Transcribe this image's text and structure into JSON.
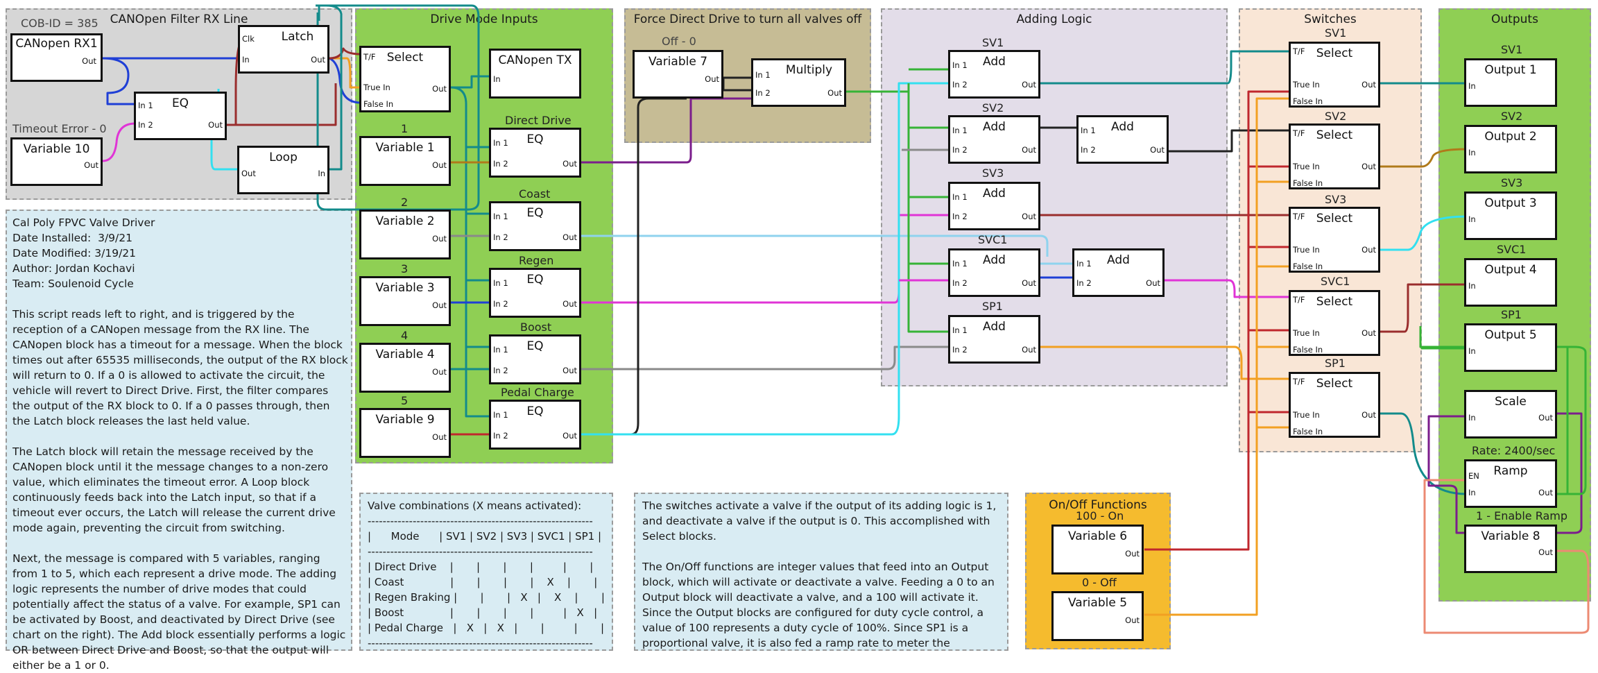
{
  "regions": {
    "filter": "CANOpen Filter RX Line",
    "drive_mode": "Drive Mode Inputs",
    "force_direct": "Force Direct Drive to turn all valves off",
    "adding_logic": "Adding Logic",
    "switches": "Switches",
    "outputs": "Outputs",
    "onoff": "On/Off Functions"
  },
  "filter": {
    "cob_id": "COB-ID = 385",
    "timeout_label": "Timeout Error - 0",
    "rx": {
      "title": "CANopen RX1",
      "out": "Out"
    },
    "latch": {
      "title": "Latch",
      "clk": "Clk",
      "in": "In",
      "out": "Out"
    },
    "eq": {
      "title": "EQ",
      "in1": "In 1",
      "in2": "In 2",
      "out": "Out"
    },
    "var10": {
      "title": "Variable 10",
      "out": "Out"
    },
    "loop": {
      "title": "Loop",
      "out": "Out",
      "in": "In"
    }
  },
  "drive": {
    "select": {
      "title": "Select",
      "tf": "T/F",
      "true_in": "True In",
      "false_in": "False In",
      "out": "Out"
    },
    "tx": {
      "title": "CANopen TX",
      "in": "In"
    },
    "variables": [
      {
        "num": "1",
        "title": "Variable 1",
        "out": "Out"
      },
      {
        "num": "2",
        "title": "Variable 2",
        "out": "Out"
      },
      {
        "num": "3",
        "title": "Variable 3",
        "out": "Out"
      },
      {
        "num": "4",
        "title": "Variable 4",
        "out": "Out"
      },
      {
        "num": "5",
        "title": "Variable 9",
        "out": "Out"
      }
    ],
    "eqs": [
      {
        "label": "Direct Drive",
        "title": "EQ",
        "in1": "In 1",
        "in2": "In 2",
        "out": "Out"
      },
      {
        "label": "Coast",
        "title": "EQ",
        "in1": "In 1",
        "in2": "In 2",
        "out": "Out"
      },
      {
        "label": "Regen",
        "title": "EQ",
        "in1": "In 1",
        "in2": "In 2",
        "out": "Out"
      },
      {
        "label": "Boost",
        "title": "EQ",
        "in1": "In 1",
        "in2": "In 2",
        "out": "Out"
      },
      {
        "label": "Pedal Charge",
        "title": "EQ",
        "in1": "In 1",
        "in2": "In 2",
        "out": "Out"
      }
    ]
  },
  "force": {
    "label": "Off - 0",
    "var7": {
      "title": "Variable 7",
      "out": "Out"
    },
    "multiply": {
      "title": "Multiply",
      "in1": "In 1",
      "in2": "In 2",
      "out": "Out"
    }
  },
  "adding": {
    "blocks": [
      {
        "label": "SV1",
        "title": "Add",
        "in1": "In 1",
        "in2": "In 2",
        "out": "Out"
      },
      {
        "label": "SV2",
        "title": "Add",
        "in1": "In 1",
        "in2": "In 2",
        "out": "Out"
      },
      {
        "label": "",
        "title": "Add",
        "in1": "In 1",
        "in2": "In 2",
        "out": "Out"
      },
      {
        "label": "SV3",
        "title": "Add",
        "in1": "In 1",
        "in2": "In 2",
        "out": "Out"
      },
      {
        "label": "SVC1",
        "title": "Add",
        "in1": "In 1",
        "in2": "In 2",
        "out": "Out"
      },
      {
        "label": "",
        "title": "Add",
        "in1": "In 1",
        "in2": "In 2",
        "out": "Out"
      },
      {
        "label": "SP1",
        "title": "Add",
        "in1": "In 1",
        "in2": "In 2",
        "out": "Out"
      }
    ]
  },
  "switches": {
    "blocks": [
      {
        "label": "SV1",
        "title": "Select",
        "tf": "T/F",
        "true_in": "True In",
        "false_in": "False In",
        "out": "Out"
      },
      {
        "label": "SV2",
        "title": "Select",
        "tf": "T/F",
        "true_in": "True In",
        "false_in": "False In",
        "out": "Out"
      },
      {
        "label": "SV3",
        "title": "Select",
        "tf": "T/F",
        "true_in": "True In",
        "false_in": "False In",
        "out": "Out"
      },
      {
        "label": "SVC1",
        "title": "Select",
        "tf": "T/F",
        "true_in": "True In",
        "false_in": "False In",
        "out": "Out"
      },
      {
        "label": "SP1",
        "title": "Select",
        "tf": "T/F",
        "true_in": "True In",
        "false_in": "False In",
        "out": "Out"
      }
    ]
  },
  "outputs": {
    "blocks": [
      {
        "label": "SV1",
        "title": "Output 1",
        "in": "In"
      },
      {
        "label": "SV2",
        "title": "Output 2",
        "in": "In"
      },
      {
        "label": "SV3",
        "title": "Output 3",
        "in": "In"
      },
      {
        "label": "SVC1",
        "title": "Output 4",
        "in": "In"
      },
      {
        "label": "SP1",
        "title": "Output 5",
        "in": "In"
      }
    ],
    "scale": {
      "title": "Scale",
      "in": "In",
      "out": "Out"
    },
    "rate_label": "Rate: 2400/sec",
    "ramp": {
      "title": "Ramp",
      "en": "EN",
      "in": "In",
      "out": "Out"
    },
    "var8_label": "1 - Enable Ramp",
    "var8": {
      "title": "Variable 8",
      "out": "Out"
    }
  },
  "onoff": {
    "label_on": "100 - On",
    "var6": {
      "title": "Variable 6",
      "out": "Out"
    },
    "label_off": "0 - Off",
    "var5": {
      "title": "Variable 5",
      "out": "Out"
    }
  },
  "notes": {
    "main": "Cal Poly FPVC Valve Driver\nDate Installed:  3/9/21\nDate Modified: 3/19/21\nAuthor: Jordan Kochavi\nTeam: Soulenoid Cycle\n\nThis script reads left to right, and is triggered by the reception of a CANopen message from the RX line. The CANopen block has a timeout for a message. When the block times out after 65535 milliseconds, the output of the RX block will return to 0. If a 0 is allowed to activate the circuit, the vehicle will revert to Direct Drive. First, the filter compares the output of the RX block to 0. If a 0 passes through, then the Latch block releases the last held value.\n\nThe Latch block will retain the message received by the CANopen block until it the message changes to a non-zero value, which eliminates the timeout error. A Loop block continuously feeds back into the Latch input, so that if a timeout ever occurs, the Latch will release the current drive mode again, preventing the circuit from switching.\n\nNext, the message is compared with 5 variables, ranging from 1 to 5, which each represent a drive mode. The adding logic represents the number of drive modes that could potentially affect the status of a valve. For example, SP1 can be activated by Boost, and deactivated by Direct Drive (see chart on the right). The Add block essentially performs a logic OR between Direct Drive and Boost, so that the output will either be a 1 or 0.",
    "valve_table": "Valve combinations (X means activated):\n------------------------------------------------------------\n|      Mode      | SV1 | SV2 | SV3 | SVC1 | SP1 |\n------------------------------------------------------------\n| Direct Drive    |       |       |       |         |       |\n| Coast              |       |       |       |    X    |       |\n| Regen Braking |       |       |   X   |    X    |       |\n| Boost              |       |       |       |         |   X   |\n| Pedal Charge   |   X   |   X   |       |         |       |\n------------------------------------------------------------",
    "switch_notes": "The switches activate a valve if the output of its adding logic is 1, and deactivate a valve if the output is 0. This accomplished with Select blocks.\n\nThe On/Off functions are integer values that feed into an Output block, which will activate or deactivate a valve. Feeding a 0 to an Output block will deactivate a valve, and a 100 will activate it. Since the Output blocks are configured for duty cycle control, a value of 100 represents a duty cycle of 100%. Since SP1 is a proportional valve, it is also fed a ramp rate to meter the accumulator discharge."
  },
  "colors": {
    "filter_bg": "#d6d6d6",
    "drive_bg": "#8fcf54",
    "force_bg": "#c6bc95",
    "adding_bg": "#e3dde9",
    "switches_bg": "#f9e6d6",
    "outputs_bg": "#8fcf54",
    "onoff_bg": "#f5bb2e",
    "notes_bg": "#d9ecf3",
    "wire_blue": "#1f3fd6",
    "wire_teal": "#138b8b",
    "wire_red": "#c0272d",
    "wire_maroon": "#9a2d2d",
    "wire_magenta": "#e034d6",
    "wire_cyan": "#33e0f0",
    "wire_green": "#36b336",
    "wire_orange": "#f2a022",
    "wire_purple": "#7b1d8c",
    "wire_gray": "#8a8a8a",
    "wire_black": "#222222",
    "wire_brown": "#b07a1a",
    "wire_salmon": "#ec8a73"
  }
}
